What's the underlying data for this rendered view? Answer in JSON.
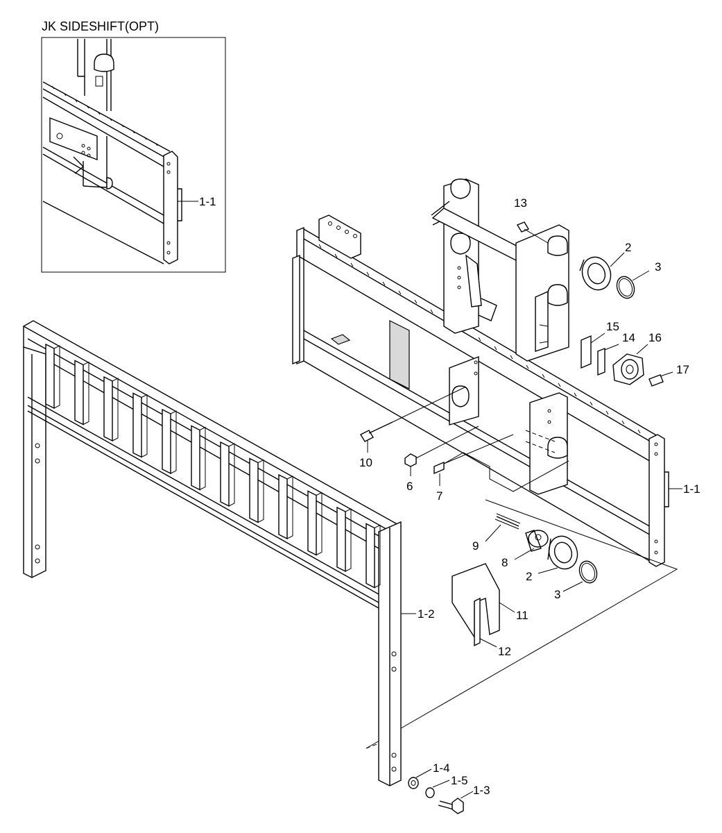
{
  "inset": {
    "title": "JK SIDESHIFT(OPT)",
    "label": "1-1"
  },
  "callouts": [
    {
      "id": "p13",
      "text": "13"
    },
    {
      "id": "p2a",
      "text": "2"
    },
    {
      "id": "p3a",
      "text": "3"
    },
    {
      "id": "p15",
      "text": "15"
    },
    {
      "id": "p14",
      "text": "14"
    },
    {
      "id": "p16",
      "text": "16"
    },
    {
      "id": "p17",
      "text": "17"
    },
    {
      "id": "p10",
      "text": "10"
    },
    {
      "id": "p6",
      "text": "6"
    },
    {
      "id": "p7",
      "text": "7"
    },
    {
      "id": "p11main",
      "text": "1-1"
    },
    {
      "id": "p9",
      "text": "9"
    },
    {
      "id": "p8",
      "text": "8"
    },
    {
      "id": "p2b",
      "text": "2"
    },
    {
      "id": "p3b",
      "text": "3"
    },
    {
      "id": "p11",
      "text": "11"
    },
    {
      "id": "p12",
      "text": "12"
    },
    {
      "id": "p12guard",
      "text": "1-2"
    },
    {
      "id": "p14b",
      "text": "1-4"
    },
    {
      "id": "p15b",
      "text": "1-5"
    },
    {
      "id": "p13b",
      "text": "1-3"
    }
  ]
}
